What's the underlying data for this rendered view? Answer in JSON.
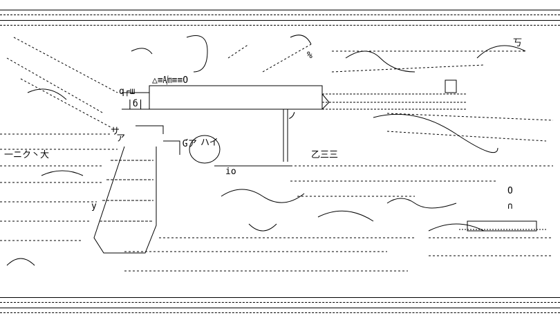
{
  "labels": {
    "t1": "△≡㏟≡≡O",
    "t2": "|б|",
    "t3": "q┌ш",
    "t4": "Ɠア",
    "t5": "ア",
    "t6": "ノ",
    "t7": "一ニク丶大",
    "t8": "乙三三",
    "t9": "iο",
    "t10": "O",
    "t11": "∩",
    "t12": "%",
    "t13": "丂",
    "t14": "y",
    "t15": "サ",
    "t16": "ハイ"
  },
  "colors": {
    "ink": "#000000",
    "paper": "#ffffff"
  }
}
